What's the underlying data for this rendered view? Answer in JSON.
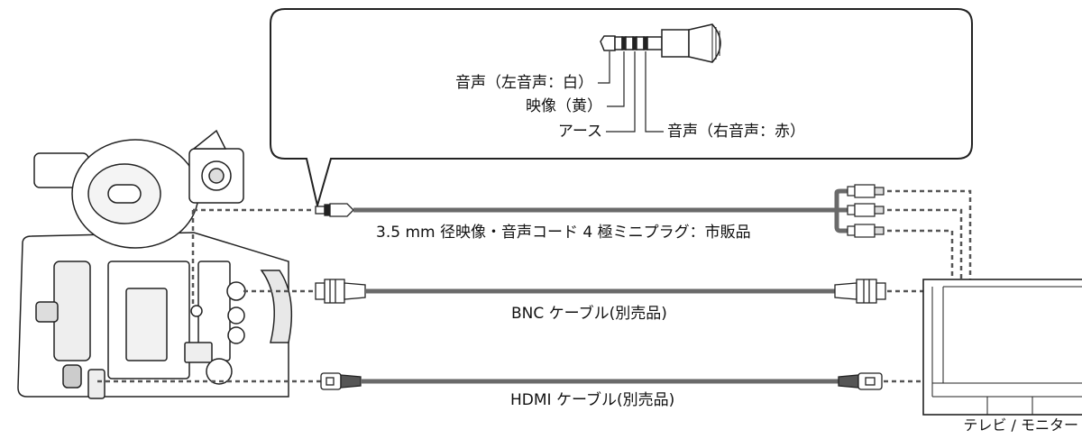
{
  "plug_labels": {
    "left_audio": "音声（左音声：白）",
    "video": "映像（黄）",
    "ground": "アース",
    "right_audio": "音声（右音声：赤）"
  },
  "cables": {
    "av_cable": "3.5 mm 径映像・音声コード 4 極ミニプラグ：市販品",
    "bnc_cable": "BNC ケーブル(別売品)",
    "hdmi_cable": "HDMI ケーブル(別売品)"
  },
  "devices": {
    "monitor": "テレビ / モニター"
  },
  "colors": {
    "line": "#222222",
    "cable_gray": "#6a6a6a",
    "dash": "#555555"
  }
}
